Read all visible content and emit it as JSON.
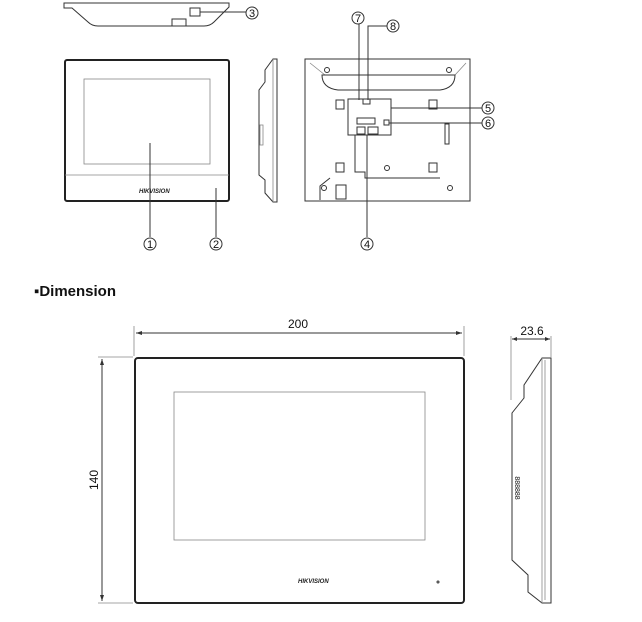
{
  "appearance": {
    "callouts": [
      "1",
      "2",
      "3",
      "4",
      "5",
      "6",
      "7",
      "8"
    ],
    "brand_logo": "HIKVISION"
  },
  "dimension": {
    "heading": "▪Dimension",
    "width_label": "200",
    "height_label": "140",
    "depth_label": "23.6"
  }
}
